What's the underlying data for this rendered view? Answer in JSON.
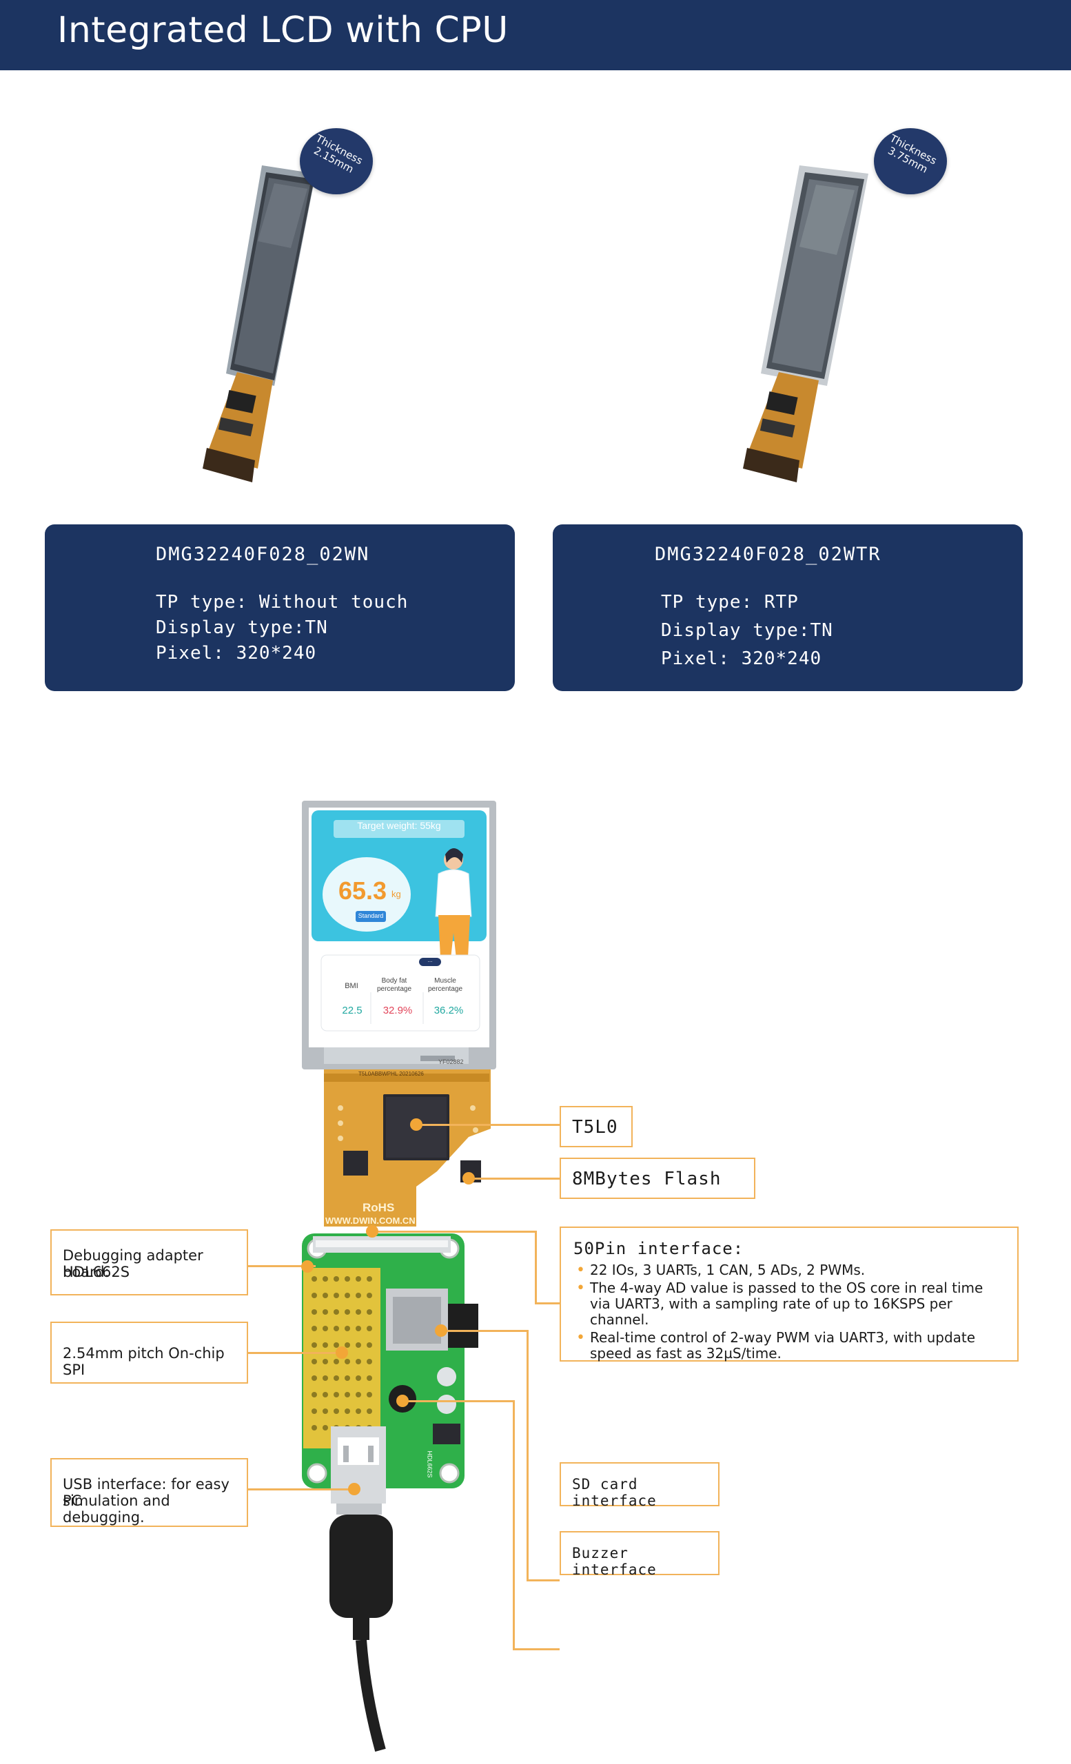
{
  "header": {
    "title": "Integrated LCD with CPU"
  },
  "products": [
    {
      "thickness_label_line1": "Thickness",
      "thickness_label_line2": "2.15mm",
      "model": "DMG32240F028_02WN",
      "tp_type": "TP type: Without touch",
      "display_type": "Display type:TN",
      "pixel": "Pixel: 320*240"
    },
    {
      "thickness_label_line1": "Thickness",
      "thickness_label_line2": "3.75mm",
      "model": "DMG32240F028_02WTR",
      "tp_type": "TP type: RTP",
      "display_type": "Display type:TN",
      "pixel": "Pixel: 320*240"
    }
  ],
  "screen": {
    "target": "Target weight: 55kg",
    "weight": "65.3",
    "unit": "kg",
    "status": "Standard",
    "bubble": "...",
    "metrics": [
      {
        "label": "BMI",
        "value": "22.5"
      },
      {
        "label": "Body fat percentage",
        "value": "32.9%"
      },
      {
        "label": "Muscle percentage",
        "value": "36.2%"
      }
    ],
    "fpc_mark": "YF02882",
    "fpc_text": "T5L0ABBWPHL 20210626"
  },
  "board": {
    "rohs": "RoHS",
    "url": "WWW.DWIN.COM.CN",
    "model_mark": "HDL662S"
  },
  "callouts": {
    "chip": "T5L0",
    "flash": "8MBytes Flash",
    "debug_line1": "Debugging adapter board:",
    "debug_line2": "HDL662S",
    "spi": "2.54mm pitch On-chip SPI",
    "usb_line1": "USB interface:  for easy PC",
    "usb_line2": "simulation and debugging.",
    "interface_title": "50Pin interface:",
    "interface_items": [
      "22 IOs, 3 UARTs, 1 CAN, 5 ADs, 2 PWMs.",
      "The 4-way AD value is passed to the OS core in real time via UART3, with a sampling rate of up to 16KSPS per channel.",
      "Real-time control of 2-way PWM via UART3, with update speed as fast as 32µS/time."
    ],
    "sd": "SD card interface",
    "buzzer": "Buzzer interface"
  },
  "colors": {
    "navy": "#1c3461",
    "accent_orange": "#f2b35a",
    "pcb_green": "#2fb04a",
    "fpc_gold": "#e0a23a",
    "screen_cyan": "#3cc3e0"
  }
}
